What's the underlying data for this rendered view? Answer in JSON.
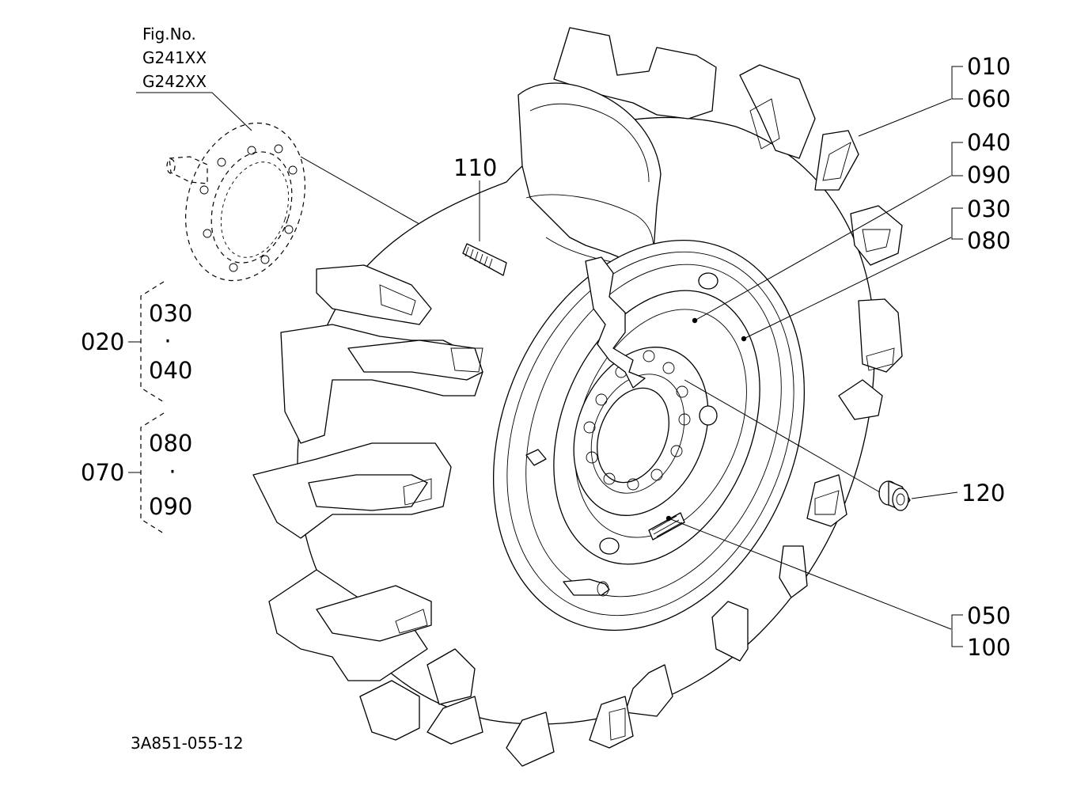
{
  "figure": {
    "fig_label": "Fig.No.",
    "fig_codes": [
      "G241XX",
      "G242XX"
    ],
    "drawing_number": "3A851-055-12"
  },
  "callouts": {
    "c010": "010",
    "c060": "060",
    "c040": "040",
    "c090": "090",
    "c030": "030",
    "c080": "080",
    "c110": "110",
    "c120": "120",
    "c050": "050",
    "c100": "100"
  },
  "assemblies": {
    "a020": {
      "label": "020",
      "parts": [
        "030",
        "040"
      ],
      "separator": "·"
    },
    "a070": {
      "label": "070",
      "parts": [
        "080",
        "090"
      ],
      "separator": "·"
    }
  }
}
